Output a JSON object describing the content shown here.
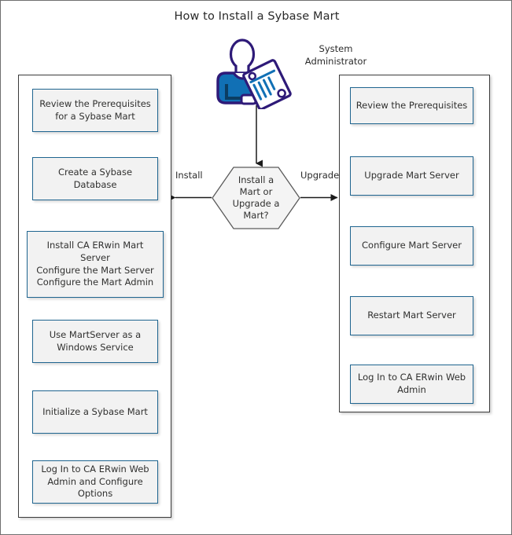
{
  "title": "How to Install a Sybase Mart",
  "actor": {
    "icon": "system-administrator-person-icon",
    "label_line1": "System",
    "label_line2": "Administrator",
    "colors": {
      "outline": "#2e1a78",
      "body": "#1170b5",
      "paper": "#ffffff"
    }
  },
  "decision": {
    "line1": "Install a",
    "line2": "Mart or",
    "line3": "Upgrade a",
    "line4": "Mart?",
    "branch_left_label": "Install",
    "branch_right_label": "Upgrade"
  },
  "install_path": {
    "steps": [
      {
        "line1": "Review the Prerequisites",
        "line2": "for a Sybase Mart"
      },
      {
        "line1": "Create a Sybase Database"
      },
      {
        "line1": "Install CA ERwin Mart Server",
        "line2": "Configure the Mart Server",
        "line3": "Configure the Mart Admin"
      },
      {
        "line1": "Use MartServer as a",
        "line2": "Windows Service"
      },
      {
        "line1": "Initialize a Sybase Mart"
      },
      {
        "line1": "Log In to CA ERwin Web",
        "line2": "Admin and Configure",
        "line3": "Options"
      }
    ]
  },
  "upgrade_path": {
    "steps": [
      {
        "line1": "Review the Prerequisites"
      },
      {
        "line1": "Upgrade Mart Server"
      },
      {
        "line1": "Configure Mart Server"
      },
      {
        "line1": "Restart Mart Server"
      },
      {
        "line1": "Log In to CA ERwin Web",
        "line2": "Admin"
      }
    ]
  },
  "colors": {
    "node_border": "#1f6590",
    "node_fill": "#f2f2f2",
    "group_border": "#3c3c3c",
    "connector": "#1b1b1b",
    "page_border": "#6f6f6f",
    "text": "#30302f"
  }
}
